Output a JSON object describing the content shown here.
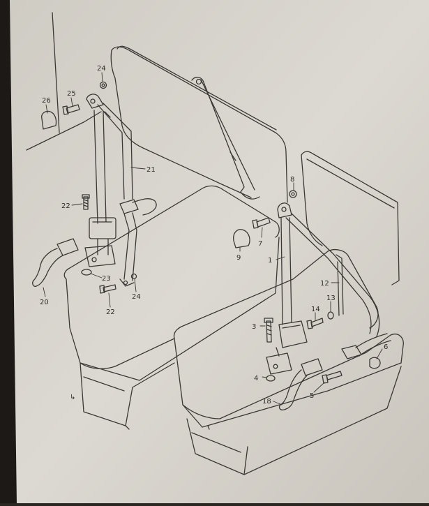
{
  "diagram": {
    "colors": {
      "paper": "#d9d6cf",
      "paper_shade": "#b9b5ad",
      "ink": "#3a3835",
      "frame": "#1c1916"
    },
    "callouts": [
      {
        "id": "c26",
        "label": "26"
      },
      {
        "id": "c25",
        "label": "25"
      },
      {
        "id": "c24a",
        "label": "24"
      },
      {
        "id": "c21",
        "label": "21"
      },
      {
        "id": "c22a",
        "label": "22"
      },
      {
        "id": "c20",
        "label": "20"
      },
      {
        "id": "c23",
        "label": "23"
      },
      {
        "id": "c22b",
        "label": "22"
      },
      {
        "id": "c24b",
        "label": "24"
      },
      {
        "id": "c9",
        "label": "9"
      },
      {
        "id": "c7",
        "label": "7"
      },
      {
        "id": "c8",
        "label": "8"
      },
      {
        "id": "c1",
        "label": "1"
      },
      {
        "id": "c12",
        "label": "12"
      },
      {
        "id": "c13",
        "label": "13"
      },
      {
        "id": "c14",
        "label": "14"
      },
      {
        "id": "c3",
        "label": "3"
      },
      {
        "id": "c4",
        "label": "4"
      },
      {
        "id": "c5",
        "label": "5"
      },
      {
        "id": "c6",
        "label": "6"
      },
      {
        "id": "c18",
        "label": "18"
      }
    ]
  }
}
